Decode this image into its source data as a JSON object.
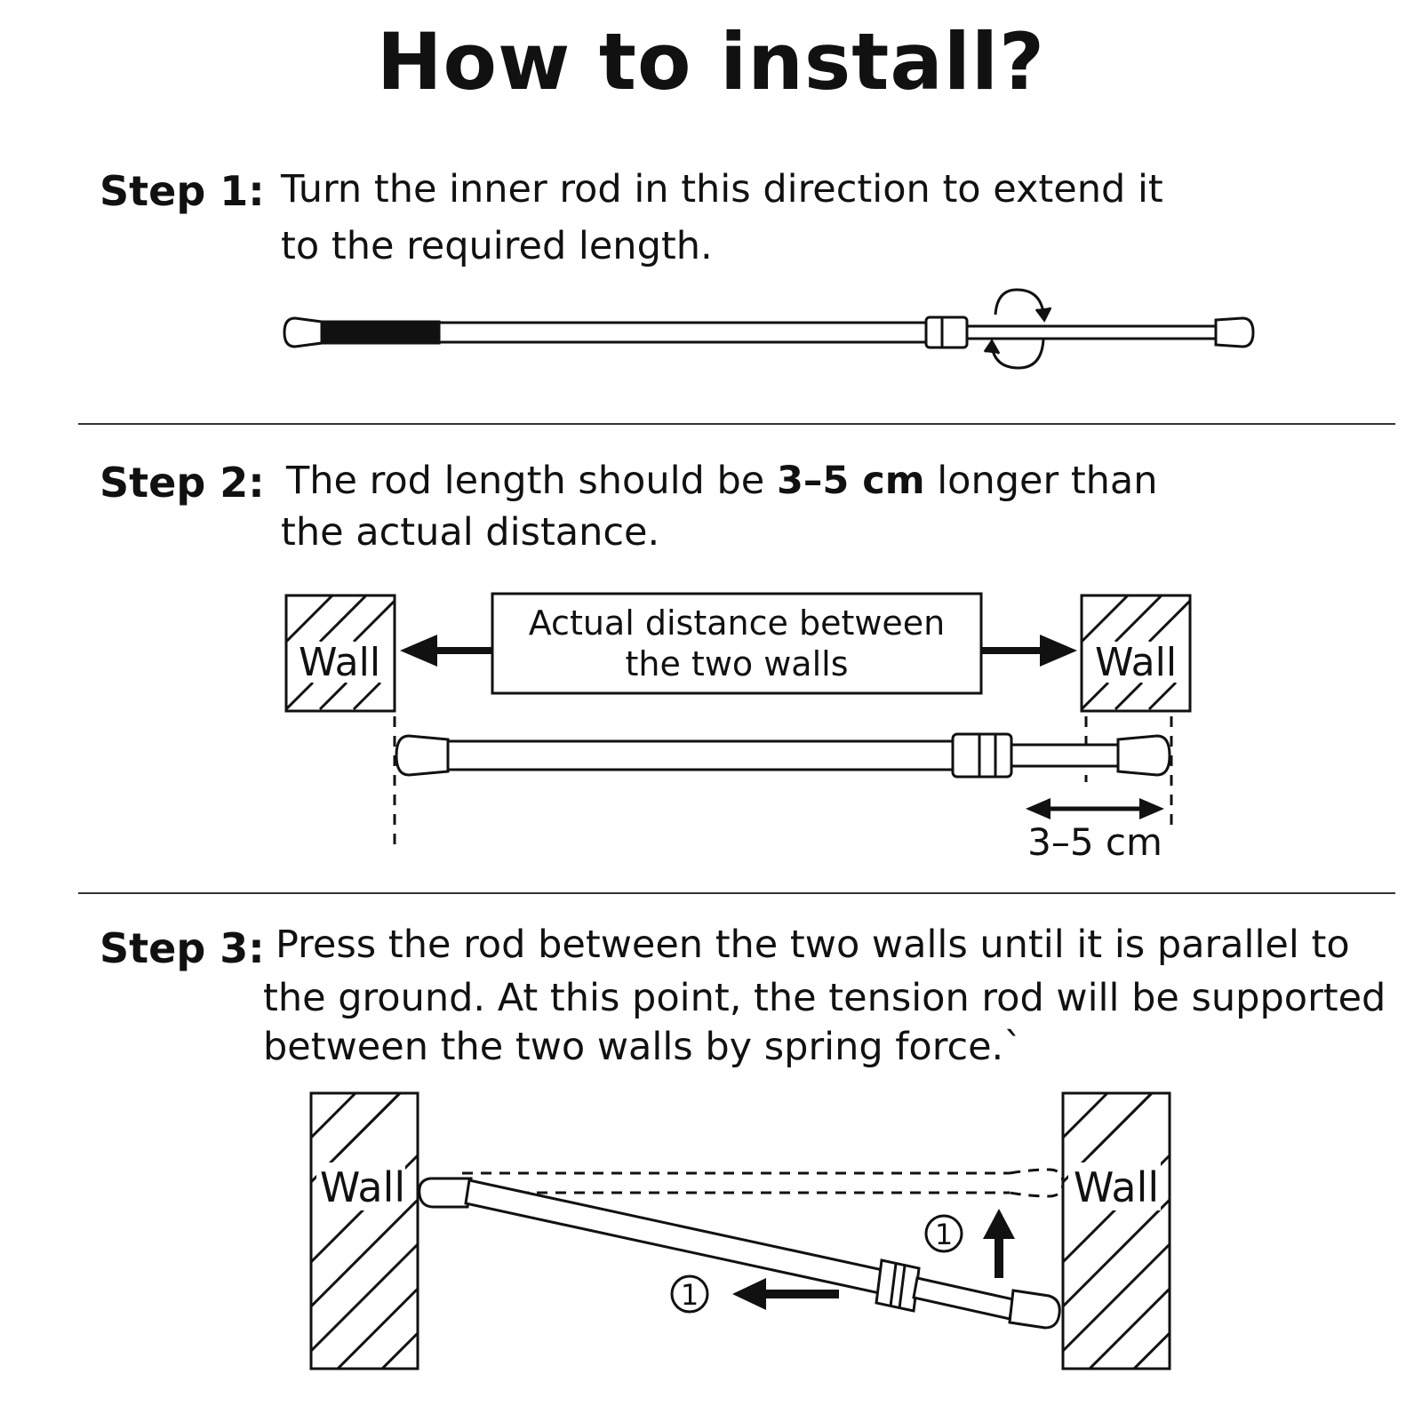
{
  "title": "How to install?",
  "steps": [
    {
      "label": "Step 1:",
      "lines": [
        "Turn the inner rod in this direction to extend it",
        "to the required length."
      ]
    },
    {
      "label": "Step 2:",
      "line1_before": "The rod length should be ",
      "line1_bold": "3–5 cm",
      "line1_after": " longer than",
      "line2": "the actual distance.",
      "wall_left": "Wall",
      "wall_right": "Wall",
      "box_line1": "Actual distance between",
      "box_line2": "the two walls",
      "measure": "3–5 cm"
    },
    {
      "label": "Step 3:",
      "lines": [
        "Press the rod between the two walls until it is parallel to",
        "the ground. At this point, the tension rod will be supported",
        "between the two walls by spring force.`"
      ],
      "wall_left": "Wall",
      "wall_right": "Wall",
      "marker": "1"
    }
  ]
}
